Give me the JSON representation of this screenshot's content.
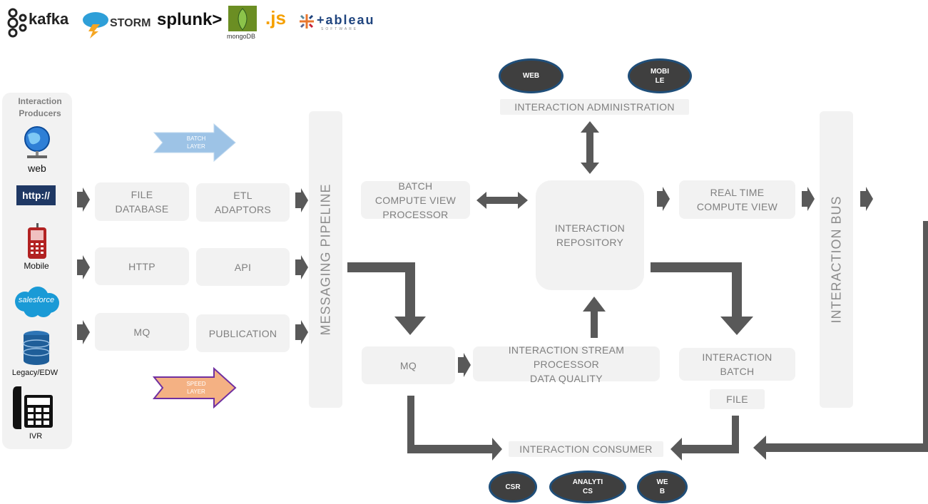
{
  "logos": {
    "kafka": "kafka",
    "storm": "STORM",
    "splunk": "splunk>",
    "mongodb": "mongoDB",
    "js": ".js",
    "tableau": "+ableau",
    "tableau_sub": "SOFTWARE"
  },
  "producers": {
    "title": "Interaction\nProducers",
    "web_label": "web",
    "http_badge": "http://",
    "mobile_label": "Mobile",
    "salesforce_label": "salesforce",
    "legacy_label": "Legacy/EDW",
    "ivr_label": "IVR"
  },
  "layers": {
    "batch": "BATCH\nLAYER",
    "speed": "SPEED\nLAYER"
  },
  "sources": {
    "file_database": "FILE\nDATABASE",
    "http": "HTTP",
    "mq": "MQ"
  },
  "adaptors": {
    "etl": "ETL\nADAPTORS",
    "api": "API",
    "publication": "PUBLICATION"
  },
  "pipeline_label": "MESSAGING PIPELINE",
  "bus_label": "INTERACTION BUS",
  "processing": {
    "batch_compute": "BATCH\nCOMPUTE VIEW\nPROCESSOR",
    "repository": "INTERACTION\nREPOSITORY",
    "realtime": "REAL TIME\nCOMPUTE VIEW",
    "mq": "MQ",
    "stream": "INTERACTION STREAM\nPROCESSOR\nDATA QUALITY",
    "interaction_batch": "INTERACTION\nBATCH",
    "file": "FILE"
  },
  "administration": {
    "label": "INTERACTION ADMINISTRATION",
    "web": "WEB",
    "mobile": "MOBI\nLE"
  },
  "consumer": {
    "label": "INTERACTION CONSUMER",
    "csr": "CSR",
    "analytics": "ANALYTI\nCS",
    "web": "WE\nB"
  },
  "colors": {
    "box_fill": "#f2f2f2",
    "box_text": "#7f7f7f",
    "arrow": "#595959",
    "ellipse_fill": "#3f3f3f",
    "ellipse_border": "#1f4e79",
    "batch_arrow": "#9dc3e6",
    "speed_arrow": "#f4b183",
    "speed_border": "#7030a0"
  }
}
